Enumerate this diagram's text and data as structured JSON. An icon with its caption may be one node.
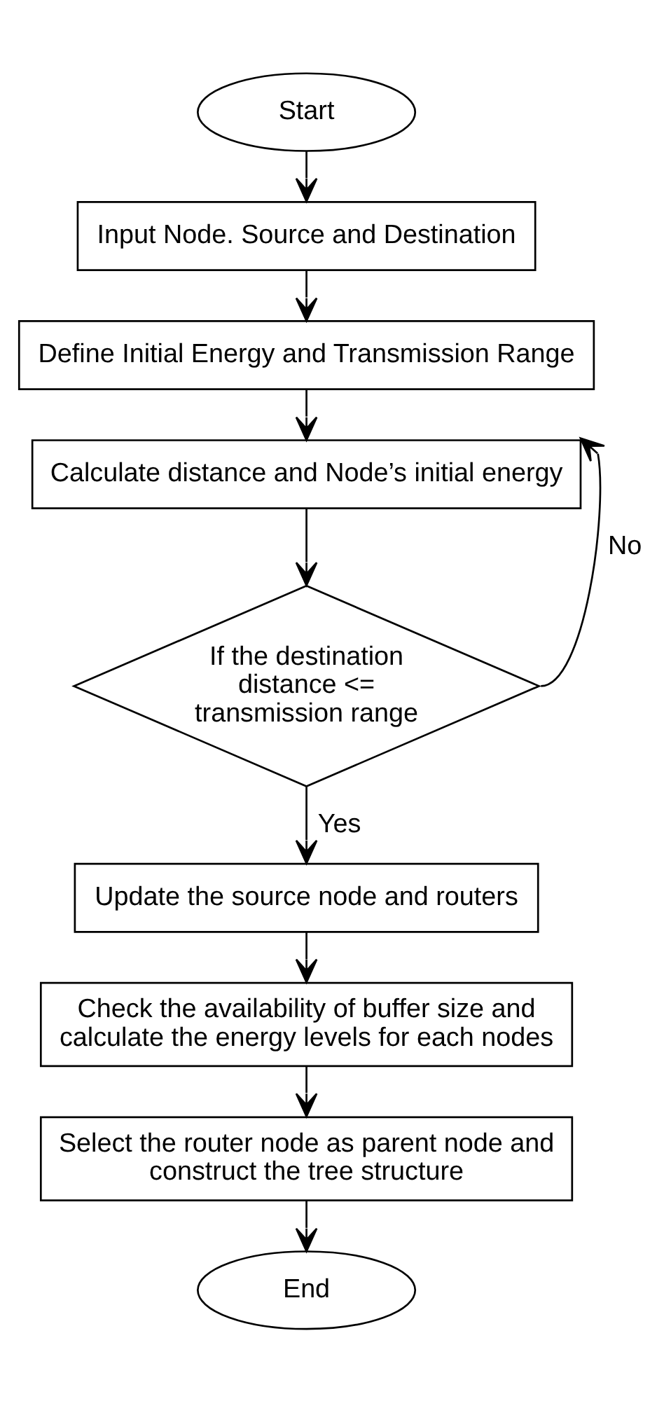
{
  "diagram": {
    "nodes": [
      {
        "text": [
          "Start"
        ]
      },
      {
        "text": [
          "Input Node. Source and Destination"
        ]
      },
      {
        "text": [
          "Define Initial Energy and Transmission Range"
        ]
      },
      {
        "text": [
          "Calculate distance and Node’s initial energy"
        ]
      },
      {
        "text": [
          "If the destination distance <= transmission range"
        ]
      },
      {
        "text": [
          "Update the source node and routers"
        ]
      },
      {
        "text": [
          "Check the availability of buffer size and calculate the energy levels for each nodes"
        ]
      },
      {
        "text": [
          "Select the router node as parent node and construct the tree structure"
        ]
      },
      {
        "text": [
          "End"
        ]
      }
    ],
    "edges": [
      {
        "from": 0,
        "to": 1,
        "arrow": "to"
      },
      {
        "from": 1,
        "to": 2,
        "arrow": "to"
      },
      {
        "from": 2,
        "to": 3,
        "arrow": "to"
      },
      {
        "from": 3,
        "to": 4,
        "arrow": "to"
      },
      {
        "from": 4,
        "to": 3,
        "arrow": "to",
        "label": "No"
      },
      {
        "from": 4,
        "to": 5,
        "arrow": "to",
        "label": "Yes"
      },
      {
        "from": 5,
        "to": 6,
        "arrow": "to"
      },
      {
        "from": 6,
        "to": 7,
        "arrow": "to"
      },
      {
        "from": 7,
        "to": 8,
        "arrow": "to"
      }
    ]
  }
}
